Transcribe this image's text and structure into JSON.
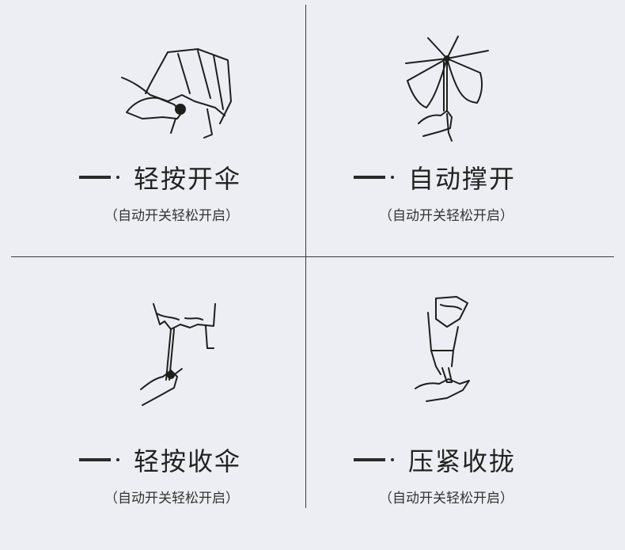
{
  "panels": [
    {
      "title": "轻按开伞",
      "subtitle": "（自动开关轻松开启）",
      "icon": "hand-pressing-folded-umbrella-icon"
    },
    {
      "title": "自动撑开",
      "subtitle": "（自动开关轻松开启）",
      "icon": "opened-umbrella-icon"
    },
    {
      "title": "轻按收伞",
      "subtitle": "（自动开关轻松开启）",
      "icon": "hand-closing-umbrella-icon"
    },
    {
      "title": "压紧收拢",
      "subtitle": "（自动开关轻松开启）",
      "icon": "compressing-umbrella-icon"
    }
  ],
  "colors": {
    "background": "#eceef4",
    "ink": "#222222"
  }
}
